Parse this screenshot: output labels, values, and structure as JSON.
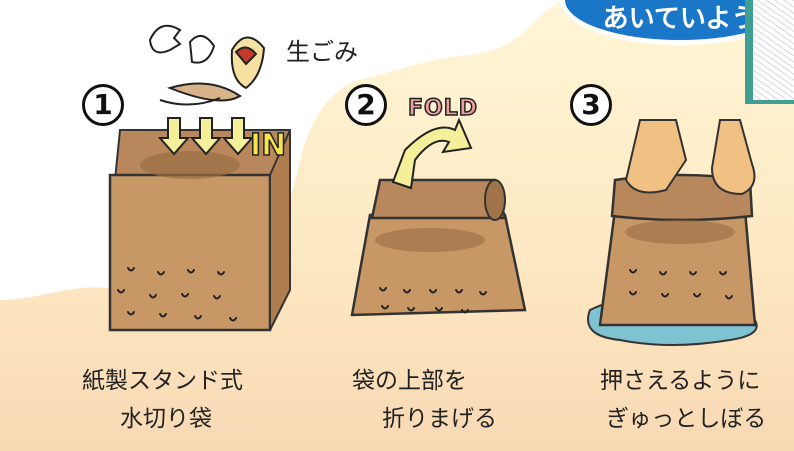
{
  "badge": {
    "text": "あいていよう"
  },
  "labels": {
    "garbage": "生ごみ",
    "in": "IN",
    "fold": "FOLD"
  },
  "steps": [
    {
      "number": "1",
      "caption_line1": "紙製スタンド式",
      "caption_line2": "水切り袋"
    },
    {
      "number": "2",
      "caption_line1": "袋の上部を",
      "caption_line2": "折りまげる"
    },
    {
      "number": "3",
      "caption_line1": "押さえるように",
      "caption_line2": "ぎゅっとしぼる"
    }
  ],
  "colors": {
    "bag": "#c89766",
    "bag_dark": "#9a6d43",
    "arrow": "#f6ef9a",
    "badge": "#1a76c7",
    "water": "#7fc3d2",
    "background": "#fde9c3"
  }
}
